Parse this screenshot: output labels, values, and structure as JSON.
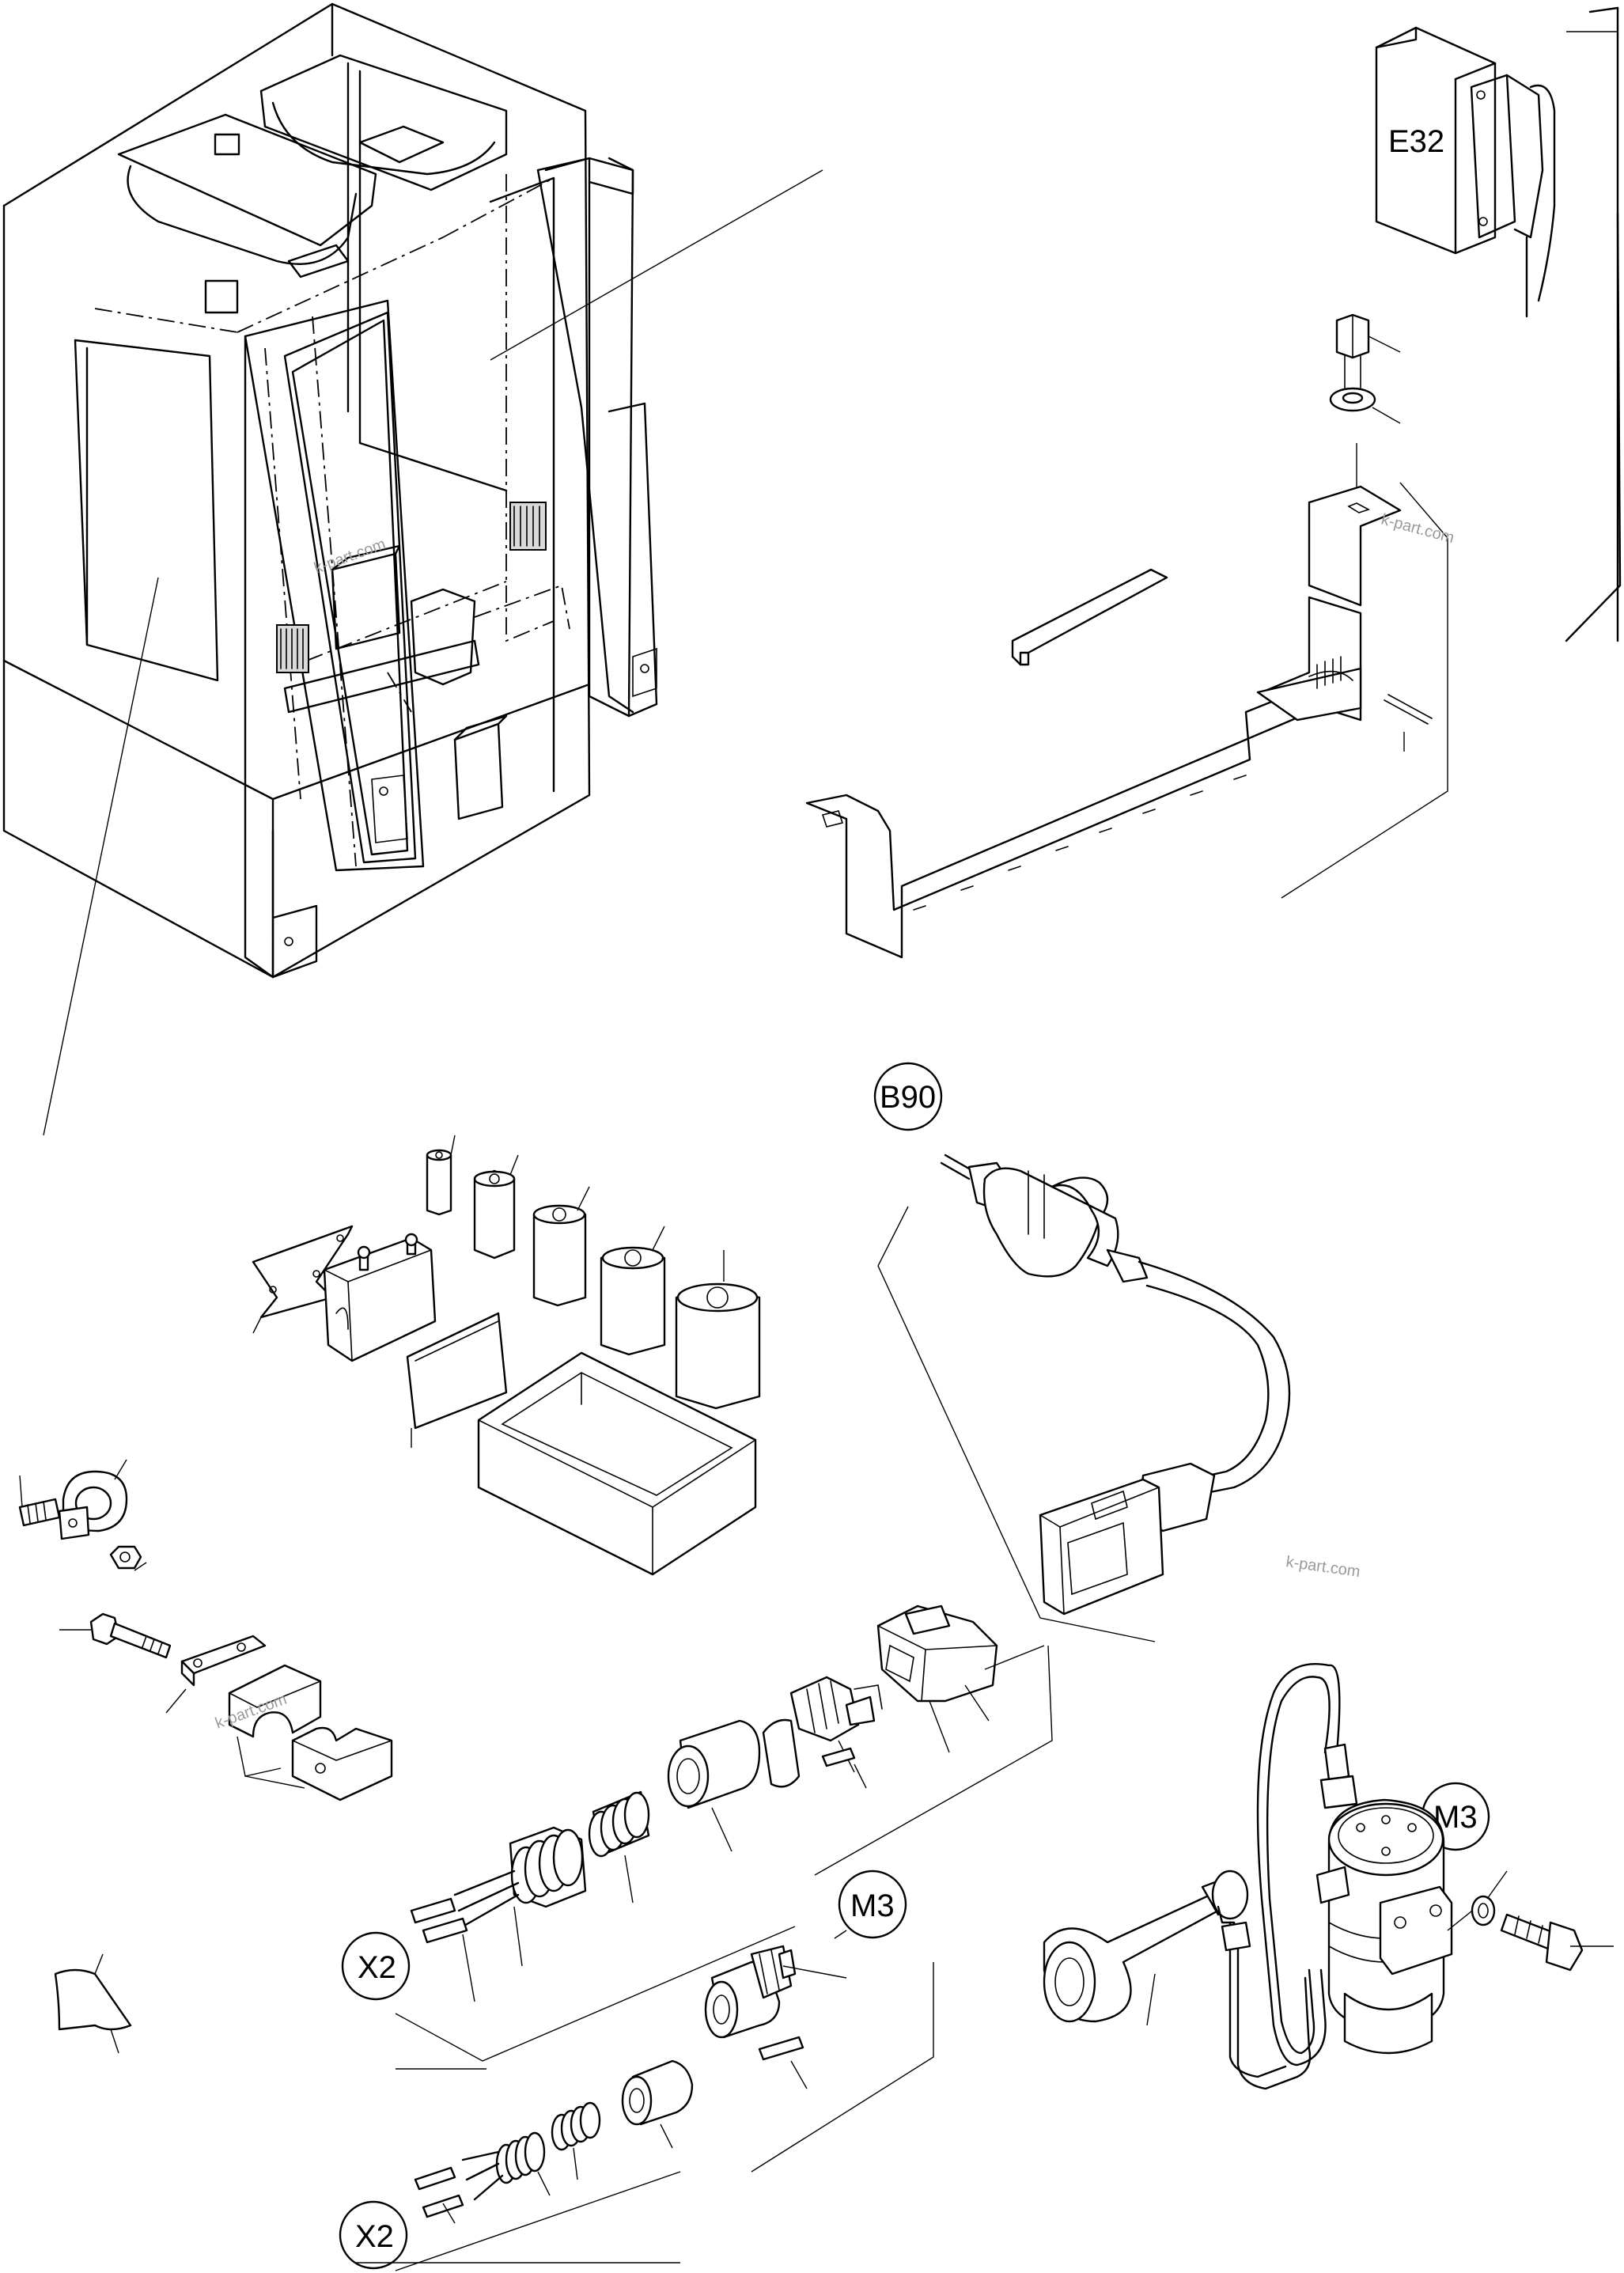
{
  "labels": {
    "e32": "E32",
    "b90": "B90",
    "m3_connector": "M3",
    "m3_horn": "M3",
    "x2_upper": "X2",
    "x2_lower": "X2"
  },
  "watermark": "k-part.com"
}
